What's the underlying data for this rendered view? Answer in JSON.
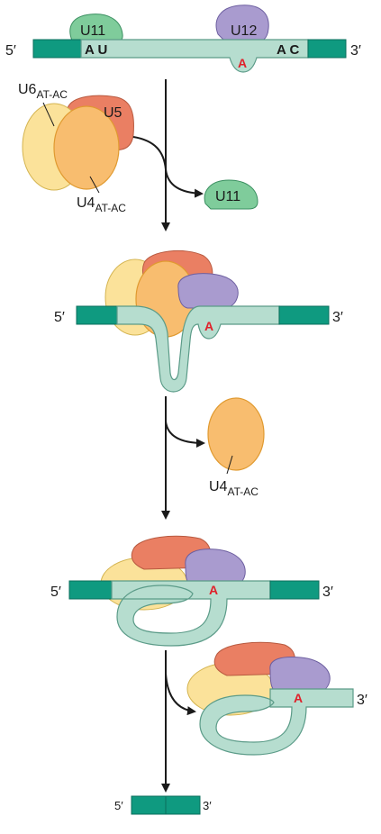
{
  "labels": {
    "five_prime": "5′",
    "three_prime": "3′",
    "u11": "U11",
    "u12": "U12",
    "u5": "U5",
    "u6_base": "U6",
    "u4_base": "U4",
    "atac_subscript": "AT-AC",
    "au_bases": "A U",
    "ac_bases": "A C",
    "branch_a": "A"
  },
  "colors": {
    "exon": "#0f9a80",
    "intron": "#b6ddcf",
    "u11": "#7fcc9b",
    "u12": "#a99bcf",
    "u5": "#ea7f63",
    "u6": "#fbe29a",
    "u4": "#f8bd6f",
    "branch_point": "#e0202a"
  }
}
